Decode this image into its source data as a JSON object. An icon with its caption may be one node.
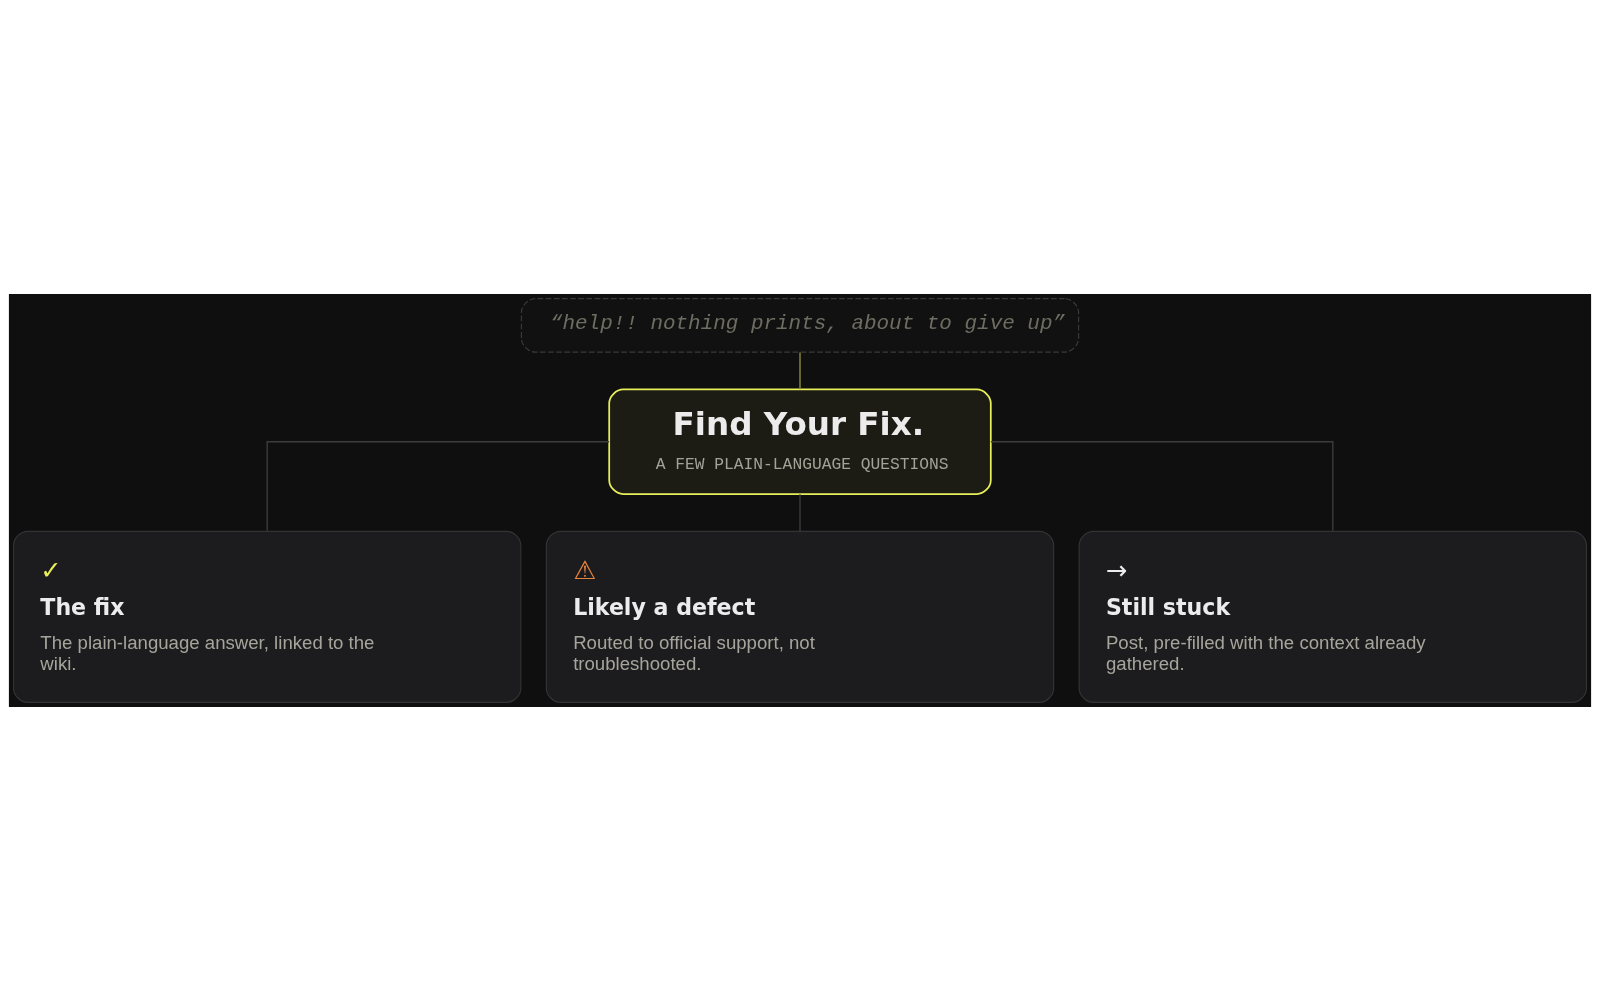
{
  "diagram": {
    "nodes": [
      {
        "text": [
          "“help!! nothing prints, about to give up”"
        ]
      },
      {
        "text": [
          "Find Your Fix.",
          "A FEW PLAIN-LANGUAGE QUESTIONS"
        ]
      },
      {
        "text": [
          "✓",
          "The fix",
          "The plain-language answer, linked to the wiki."
        ]
      },
      {
        "text": [
          "⚠",
          "Likely a defect",
          "Routed to official support, not troubleshooted."
        ]
      },
      {
        "text": [
          "→",
          "Still stuck",
          "Post, pre-filled with the context already gathered."
        ]
      }
    ],
    "edges": [
      {
        "from": 0,
        "to": 1,
        "arrow": "none",
        "color": "#8c8c3c"
      },
      {
        "from": 1,
        "to": 2,
        "arrow": "none"
      },
      {
        "from": 1,
        "to": 3,
        "arrow": "none"
      },
      {
        "from": 1,
        "to": 4,
        "arrow": "none"
      }
    ]
  }
}
